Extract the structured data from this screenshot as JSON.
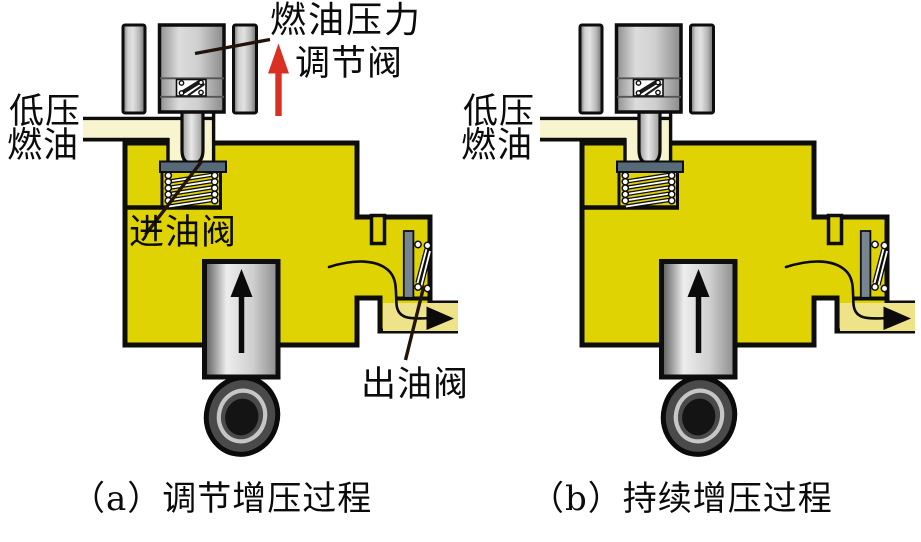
{
  "diagram": {
    "type": "fuel-pump-pressurization-schematic",
    "panels": [
      {
        "id": "a",
        "caption": "（a）调节增压过程",
        "labels": {
          "regulator_valve_line1": "燃油压力",
          "regulator_valve_line2": "调节阀",
          "low_pressure_line1": "低压",
          "low_pressure_line2": "燃油",
          "inlet_valve": "进油阀",
          "outlet_valve": "出油阀"
        }
      },
      {
        "id": "b",
        "caption": "（b）持续增压过程",
        "labels": {
          "low_pressure_line1": "低压",
          "low_pressure_line2": "燃油"
        }
      }
    ],
    "icons": {
      "piston_up_arrow": "black upward arrow inside pump piston",
      "outlet_flow_arrow": "black curved flow line with right arrowhead at fuel outlet",
      "pressure_up_arrow": "red upward arrow beside regulator valve (panel a only)"
    },
    "colors": {
      "pump_body_yellow": "#e0d303",
      "low_pressure_channel_cream": "#f8f4ce",
      "outlet_channel_pale": "#efe38a",
      "metal_gray": "#c9c9c9",
      "valve_seat_gray": "#566a79",
      "outlet_plate_gray": "#76858f",
      "roller_gray": "#4a4a4a",
      "pressure_arrow_red": "#da3023",
      "outline_black": "#0d0d0d",
      "background": "#ffffff"
    }
  }
}
